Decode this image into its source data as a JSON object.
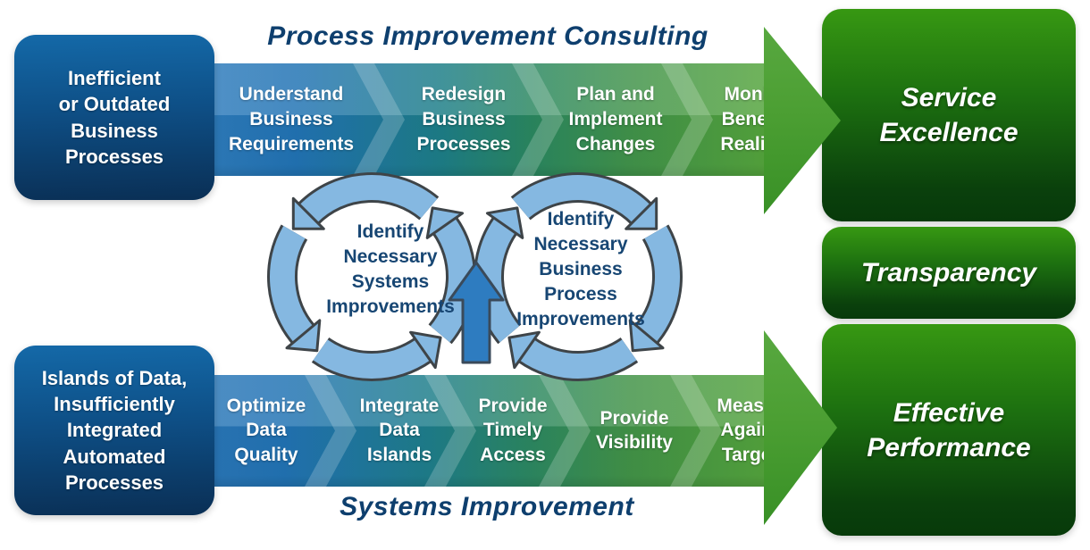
{
  "titles": {
    "top": "Process Improvement Consulting",
    "bottom": "Systems Improvement"
  },
  "problem_boxes": [
    {
      "lines": [
        "Inefficient",
        "or Outdated",
        "Business",
        "Processes"
      ]
    },
    {
      "lines": [
        "Islands of Data,",
        "Insufficiently",
        "Integrated",
        "Automated",
        "Processes"
      ]
    }
  ],
  "top_flow": {
    "steps": [
      {
        "lines": [
          "Understand",
          "Business",
          "Requirements"
        ]
      },
      {
        "lines": [
          "Redesign",
          "Business",
          "Processes"
        ]
      },
      {
        "lines": [
          "Plan and",
          "Implement",
          "Changes"
        ]
      },
      {
        "lines": [
          "Monitor",
          "Benefits",
          "Realized"
        ]
      }
    ]
  },
  "bottom_flow": {
    "steps": [
      {
        "lines": [
          "Optimize",
          "Data",
          "Quality"
        ]
      },
      {
        "lines": [
          "Integrate",
          "Data",
          "Islands"
        ]
      },
      {
        "lines": [
          "Provide",
          "Timely",
          "Access"
        ]
      },
      {
        "lines": [
          "Provide",
          "Visibility"
        ]
      },
      {
        "lines": [
          "Measure",
          "Against",
          "Targets"
        ]
      }
    ]
  },
  "cycles": [
    {
      "lines": [
        "Identify",
        "Necessary",
        "Systems",
        "Improvements"
      ]
    },
    {
      "lines": [
        "Identify",
        "Necessary",
        "Business",
        "Process",
        "Improvements"
      ]
    }
  ],
  "outcome_boxes": [
    {
      "lines": [
        "Service",
        "Excellence"
      ]
    },
    {
      "lines": [
        "Transparency"
      ]
    },
    {
      "lines": [
        "Effective",
        "Performance"
      ]
    }
  ],
  "colors": {
    "navy_title": "#0E3F6E",
    "band_blue": "#2A77B8",
    "band_green": "#54A33C",
    "cycle_arrow_blue": "#85B8E1",
    "center_arrow_blue": "#2E7CC0",
    "outcome_green_top": "#379812",
    "outcome_green_bottom": "#073A0A",
    "problem_blue_top": "#1469A8",
    "problem_blue_bottom": "#0A2F55"
  }
}
